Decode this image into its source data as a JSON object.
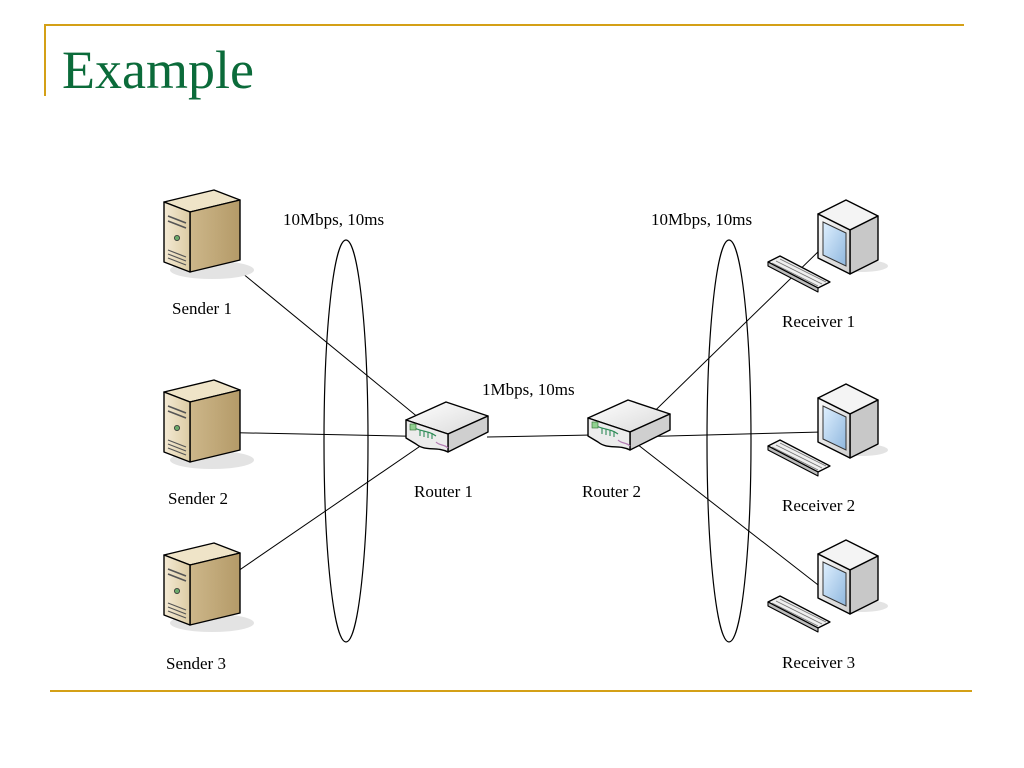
{
  "slide": {
    "title": "Example",
    "colors": {
      "accent": "#D4A017",
      "title": "#0B6B3A",
      "line": "#000000"
    }
  },
  "diagram": {
    "senders": [
      {
        "id": "sender-1",
        "label": "Sender 1",
        "icon": "server-tower-icon"
      },
      {
        "id": "sender-2",
        "label": "Sender 2",
        "icon": "server-tower-icon"
      },
      {
        "id": "sender-3",
        "label": "Sender 3",
        "icon": "server-tower-icon"
      }
    ],
    "routers": [
      {
        "id": "router-1",
        "label": "Router 1",
        "icon": "router-icon"
      },
      {
        "id": "router-2",
        "label": "Router 2",
        "icon": "router-icon"
      }
    ],
    "receivers": [
      {
        "id": "receiver-1",
        "label": "Receiver 1",
        "icon": "desktop-computer-icon"
      },
      {
        "id": "receiver-2",
        "label": "Receiver 2",
        "icon": "desktop-computer-icon"
      },
      {
        "id": "receiver-3",
        "label": "Receiver 3",
        "icon": "desktop-computer-icon"
      }
    ],
    "link_labels": {
      "sender_side": "10Mbps, 10ms",
      "bottleneck": "1Mbps, 10ms",
      "receiver_side": "10Mbps, 10ms"
    },
    "links": [
      {
        "from": "sender-1",
        "to": "router-1"
      },
      {
        "from": "sender-2",
        "to": "router-1"
      },
      {
        "from": "sender-3",
        "to": "router-1"
      },
      {
        "from": "router-1",
        "to": "router-2"
      },
      {
        "from": "router-2",
        "to": "receiver-1"
      },
      {
        "from": "router-2",
        "to": "receiver-2"
      },
      {
        "from": "router-2",
        "to": "receiver-3"
      }
    ]
  }
}
